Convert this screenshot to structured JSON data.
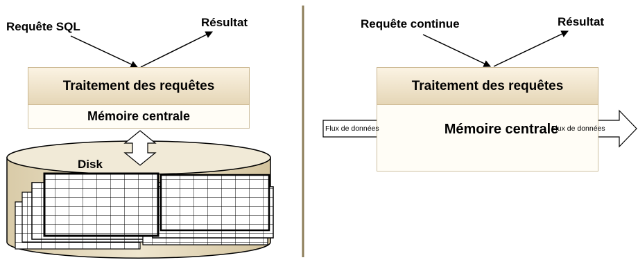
{
  "left": {
    "query_label": "Requête SQL",
    "result_label": "Résultat",
    "processing_label": "Traitement des requêtes",
    "memory_label": "Mémoire centrale",
    "disk_label": "Disk"
  },
  "right": {
    "query_label": "Requête continue",
    "result_label": "Résultat",
    "processing_label": "Traitement des requêtes",
    "memory_label": "Mémoire centrale",
    "stream_in_label": "Flux de données",
    "stream_out_label": "Flux de données"
  },
  "colors": {
    "box_gradient_top": "#fbf3e3",
    "box_gradient_bottom": "#e5d6b6",
    "box_body": "#fffdf6",
    "disk_fill": "#e7dcc0",
    "divider": "#8c7d58"
  }
}
